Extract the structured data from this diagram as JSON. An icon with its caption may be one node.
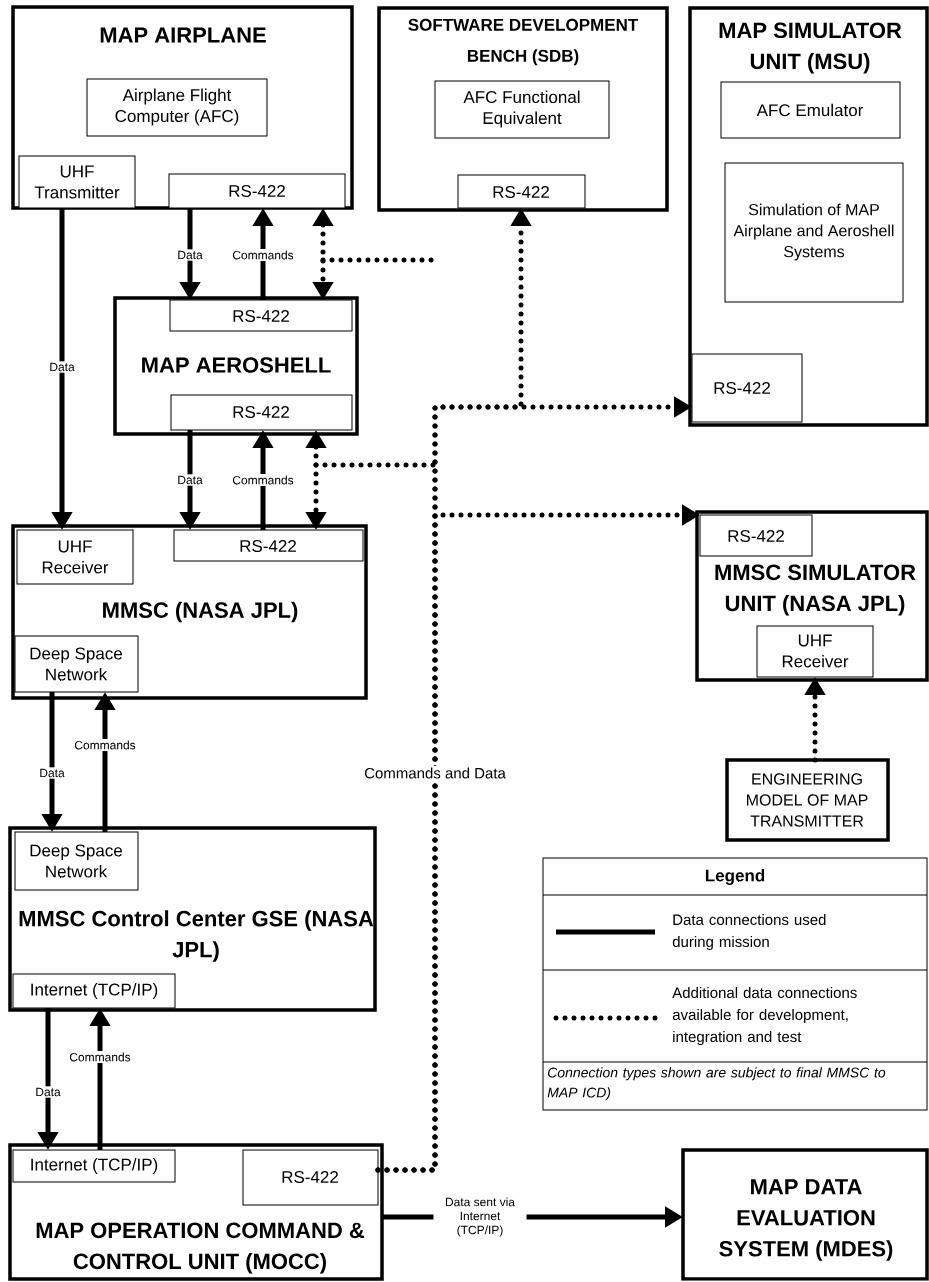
{
  "diagram": {
    "nodes": [
      {
        "text": [
          "MAP AIRPLANE"
        ]
      },
      {
        "text": [
          "Airplane Flight Computer (AFC)"
        ],
        "in": 0
      },
      {
        "text": [
          "UHF Transmitter"
        ],
        "in": 0
      },
      {
        "text": [
          "RS-422"
        ],
        "in": 0
      },
      {
        "text": [
          "SOFTWARE DEVELOPMENT BENCH (SDB)"
        ]
      },
      {
        "text": [
          "AFC Functional Equivalent"
        ],
        "in": 4
      },
      {
        "text": [
          "RS-422"
        ],
        "in": 4
      },
      {
        "text": [
          "MAP SIMULATOR UNIT (MSU)"
        ]
      },
      {
        "text": [
          "AFC Emulator"
        ],
        "in": 7
      },
      {
        "text": [
          "Simulation of MAP Airplane and Aeroshell Systems"
        ],
        "in": 7
      },
      {
        "text": [
          "RS-422"
        ],
        "in": 7
      },
      {
        "text": [
          "MAP AEROSHELL"
        ]
      },
      {
        "text": [
          "RS-422"
        ],
        "in": 11
      },
      {
        "text": [
          "RS-422"
        ],
        "in": 11
      },
      {
        "text": [
          "MMSC (NASA JPL)"
        ]
      },
      {
        "text": [
          "UHF Receiver"
        ],
        "in": 14
      },
      {
        "text": [
          "RS-422"
        ],
        "in": 14
      },
      {
        "text": [
          "Deep Space Network"
        ],
        "in": 14
      },
      {
        "text": [
          "MMSC SIMULATOR UNIT (NASA JPL)"
        ]
      },
      {
        "text": [
          "RS-422"
        ],
        "in": 18
      },
      {
        "text": [
          "UHF Receiver"
        ],
        "in": 18
      },
      {
        "text": [
          "ENGINEERING MODEL OF MAP TRANSMITTER"
        ]
      },
      {
        "text": [
          "MMSC Control Center GSE (NASA JPL)"
        ]
      },
      {
        "text": [
          "Deep Space Network"
        ],
        "in": 22
      },
      {
        "text": [
          "Internet (TCP/IP)"
        ],
        "in": 22
      },
      {
        "text": [
          "MAP OPERATION COMMAND & CONTROL UNIT (MOCC)"
        ]
      },
      {
        "text": [
          "Internet (TCP/IP)"
        ],
        "in": 25
      },
      {
        "text": [
          "RS-422"
        ],
        "in": 25
      },
      {
        "text": [
          "MAP DATA EVALUATION SYSTEM (MDES)"
        ]
      }
    ],
    "edges": [
      {
        "from": 2,
        "to": 15,
        "arrow": "to",
        "label": "Data"
      },
      {
        "from": 3,
        "to": 12,
        "arrow": "to",
        "label": "Data"
      },
      {
        "from": 12,
        "to": 3,
        "arrow": "to",
        "label": "Commands"
      },
      {
        "from": 3,
        "to": 12,
        "arrow": "both",
        "style": "dashed"
      },
      {
        "from": 13,
        "to": 16,
        "arrow": "to",
        "label": "Data"
      },
      {
        "from": 16,
        "to": 13,
        "arrow": "to",
        "label": "Commands"
      },
      {
        "from": 13,
        "to": 16,
        "arrow": "both",
        "style": "dashed"
      },
      {
        "from": 17,
        "to": 23,
        "arrow": "to",
        "label": "Data"
      },
      {
        "from": 23,
        "to": 17,
        "arrow": "to",
        "label": "Commands"
      },
      {
        "from": 24,
        "to": 26,
        "arrow": "to",
        "label": "Data"
      },
      {
        "from": 26,
        "to": 24,
        "arrow": "to",
        "label": "Commands"
      },
      {
        "from": 21,
        "to": 20,
        "arrow": "to",
        "style": "dashed"
      },
      {
        "from": 25,
        "to": 28,
        "arrow": "to",
        "label": "Data sent via Internet (TCP/IP)"
      },
      {
        "from": 27,
        "to": 6,
        "arrow": "to",
        "style": "dashed",
        "label": "Commands and Data"
      },
      {
        "from": 27,
        "to": 10,
        "arrow": "to",
        "style": "dashed"
      },
      {
        "from": 27,
        "to": 19,
        "arrow": "to",
        "style": "dashed"
      }
    ],
    "labels": [
      "Legend",
      "Connection types shown are subject to final MMSC to MAP ICD)"
    ],
    "legend": [
      {
        "text": "Data connections used during mission"
      },
      {
        "text": "Additional data connections available for development, integration and test"
      }
    ]
  }
}
